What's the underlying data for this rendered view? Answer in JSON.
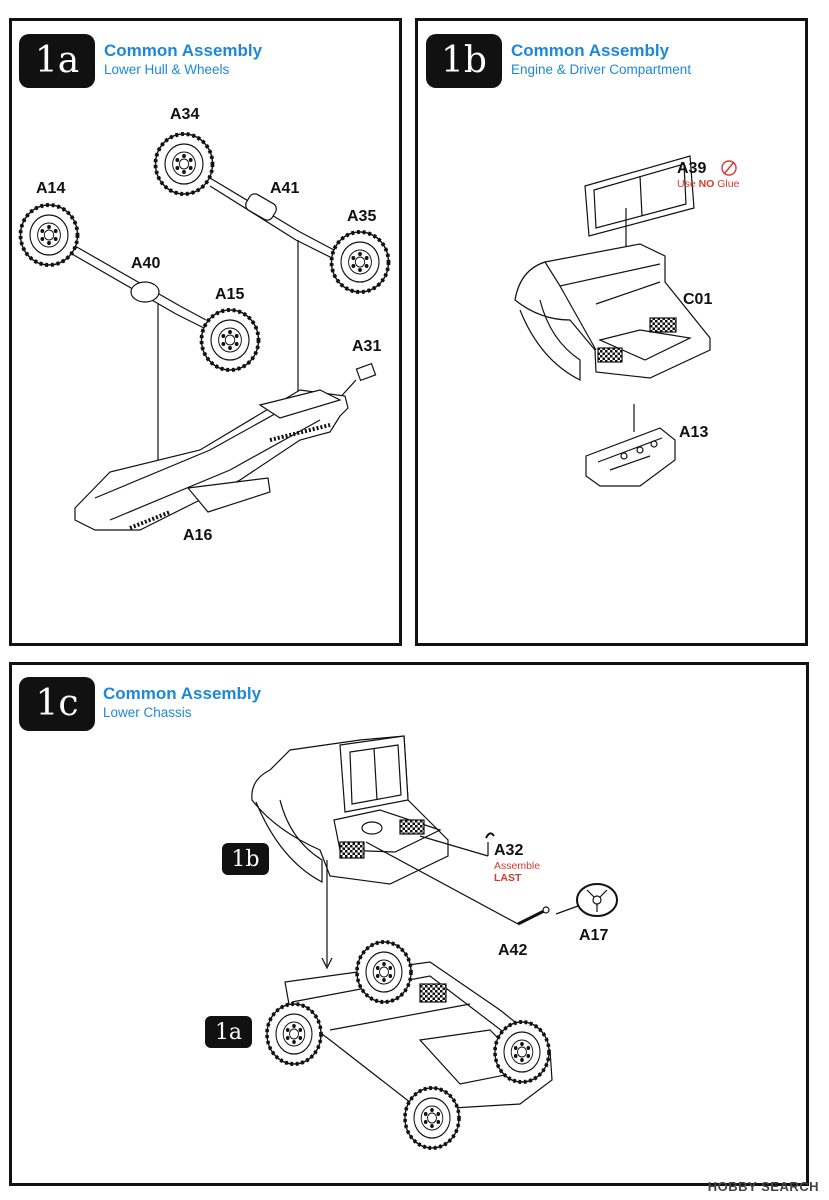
{
  "steps": {
    "s1a": {
      "badge": "1a",
      "title": "Common Assembly",
      "subtitle": "Lower Hull & Wheels",
      "parts": {
        "a34": "A34",
        "a14": "A14",
        "a41": "A41",
        "a35": "A35",
        "a40": "A40",
        "a15": "A15",
        "a31": "A31",
        "a16": "A16"
      }
    },
    "s1b": {
      "badge": "1b",
      "title": "Common Assembly",
      "subtitle": "Engine & Driver Compartment",
      "parts": {
        "a39": "A39",
        "c01": "C01",
        "a13": "A13"
      },
      "a39_note_pre": "Use ",
      "a39_note_bold": "NO",
      "a39_note_post": " Glue"
    },
    "s1c": {
      "badge": "1c",
      "title": "Common Assembly",
      "subtitle": "Lower Chassis",
      "parts": {
        "a32": "A32",
        "a42": "A42",
        "a17": "A17"
      },
      "a32_note_line1": "Assemble",
      "a32_note_line2": "LAST",
      "ref_1b": "1b",
      "ref_1a": "1a"
    }
  },
  "watermark": "HOBBY SEARCH",
  "colors": {
    "accent_blue": "#1e88d6",
    "note_red": "#d63a2e",
    "badge_black": "#111111"
  }
}
